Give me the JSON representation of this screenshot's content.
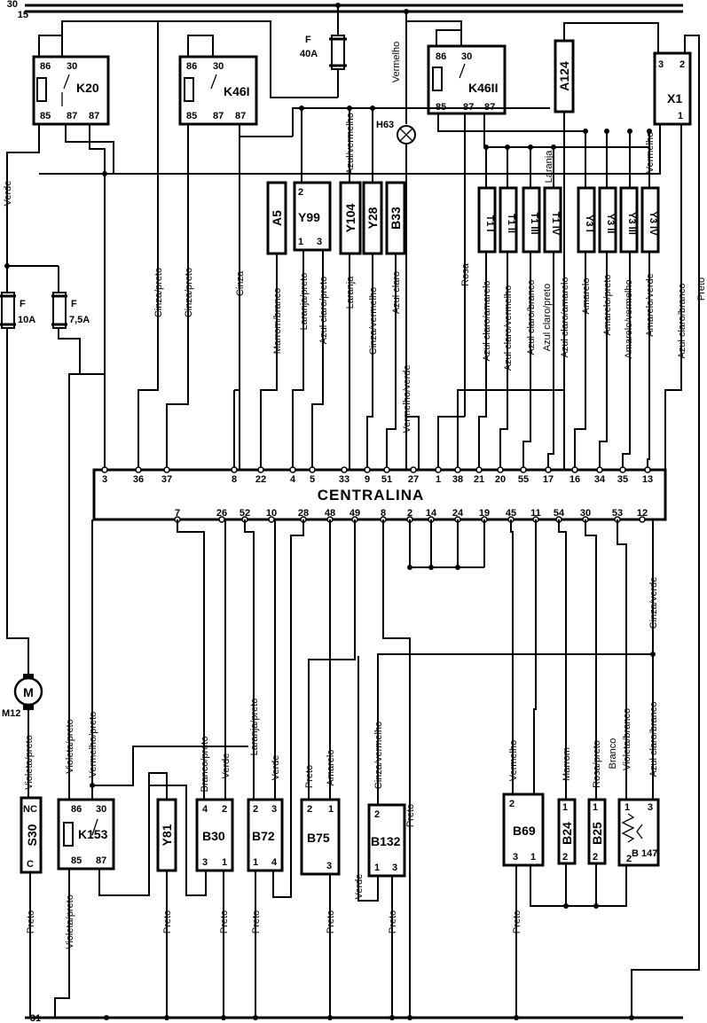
{
  "rails": {
    "r30": "30",
    "r15": "15",
    "r31": "31"
  },
  "fuses": {
    "main": {
      "name": "F",
      "rating": "40A"
    },
    "f1": {
      "name": "F",
      "rating": "10A"
    },
    "f2": {
      "name": "F",
      "rating": "7,5A"
    }
  },
  "relays": {
    "k20": {
      "name": "K20",
      "pins": [
        "86",
        "30",
        "85",
        "87",
        "87"
      ]
    },
    "k46i": {
      "name": "K46I",
      "pins": [
        "86",
        "30",
        "85",
        "87",
        "87"
      ]
    },
    "k46ii": {
      "name": "K46II",
      "pins": [
        "86",
        "30",
        "85",
        "87",
        "87"
      ]
    },
    "k153": {
      "name": "K153",
      "pins": [
        "86",
        "30",
        "85",
        "87"
      ]
    }
  },
  "lamp": {
    "name": "H63"
  },
  "components_top": {
    "a124": "A124",
    "x1": "X1",
    "x1_pins": [
      "3",
      "2",
      "1"
    ],
    "a5": "A5",
    "y99": "Y99",
    "y104": "Y104",
    "y28": "Y28",
    "b33": "B33",
    "t1": [
      "T1 I",
      "T1 II",
      "T1 III",
      "T1 IV"
    ],
    "y3": [
      "Y3 I",
      "Y3 II",
      "Y3 III",
      "Y3 IV"
    ]
  },
  "ecu": {
    "name": "CENTRALINA",
    "top_pins": [
      "3",
      "36",
      "37",
      "8",
      "22",
      "4",
      "5",
      "33",
      "9",
      "51",
      "27",
      "1",
      "38",
      "21",
      "20",
      "55",
      "17",
      "16",
      "34",
      "35",
      "13"
    ],
    "bottom_pins": [
      "7",
      "26",
      "52",
      "10",
      "28",
      "48",
      "49",
      "8",
      "2",
      "14",
      "24",
      "19",
      "45",
      "11",
      "54",
      "30",
      "53",
      "12"
    ]
  },
  "wire_labels_top": [
    "Verde",
    "Vermelho",
    "Cinza/preto",
    "Cinza/preto",
    "Cinza",
    "Marrom/branco",
    "Laranja/preto",
    "Azul claro/preto",
    "Azul/vermelho",
    "Laranja",
    "Cinza/vermelho",
    "Azul claro",
    "Vermelho/verde",
    "Rosa",
    "Azul claro/amarelo",
    "Azul claro/vermelho",
    "Azul claro/branco",
    "Azul claro/preto",
    "Azul claro/amarelo",
    "Laranja",
    "Amarelo",
    "Amarelo/preto",
    "Amarelo/vermelho",
    "Amarelo/verde",
    "Vermelho",
    "Azul claro/branco",
    "Preto"
  ],
  "motor": {
    "name": "M12",
    "symbol": "M"
  },
  "components_bottom": {
    "s30": {
      "name": "S30",
      "pins": [
        "NC",
        "C"
      ]
    },
    "y81": "Y81",
    "b30": {
      "name": "B30",
      "pins": [
        "4",
        "2",
        "3",
        "1"
      ]
    },
    "b72": {
      "name": "B72",
      "pins": [
        "2",
        "3",
        "1",
        "4"
      ]
    },
    "b75": {
      "name": "B75",
      "pins": [
        "2",
        "1",
        "3"
      ]
    },
    "b132": {
      "name": "B132",
      "pins": [
        "2",
        "1",
        "3"
      ]
    },
    "b69": {
      "name": "B69",
      "pins": [
        "2",
        "3",
        "1"
      ]
    },
    "b24": {
      "name": "B24",
      "pins": [
        "1",
        "2"
      ]
    },
    "b25": {
      "name": "B25",
      "pins": [
        "1",
        "2"
      ]
    },
    "b147": {
      "name": "B 147",
      "pins": [
        "1",
        "3",
        "2"
      ]
    }
  },
  "wire_labels_bottom": [
    "Violeta/preto",
    "Violeta/preto",
    "Vermelho/preto",
    "Branco/preto",
    "Verde",
    "Laranja/preto",
    "Verde",
    "Preto",
    "Amarelo",
    "Cinza/vermelho",
    "Verde",
    "Preto",
    "Vermelho",
    "Marrom",
    "Rosa/preto",
    "Branco",
    "Violeta/branco",
    "Azul claro/branco",
    "Cinza/verde",
    "Preto",
    "Violeta/preto",
    "Preto",
    "Preto",
    "Preto",
    "Preto",
    "Preto",
    "Preto"
  ]
}
